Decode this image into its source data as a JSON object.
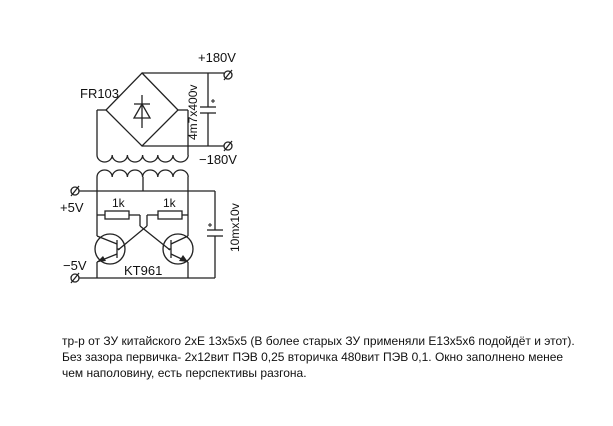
{
  "schematic": {
    "labels": {
      "plus180": "+180V",
      "minus180": "−180V",
      "bridge": "FR103",
      "cap_hv": "4m7x400v",
      "plus5": "+5V",
      "minus5": "−5V",
      "r1": "1k",
      "r2": "1k",
      "transistors": "KT961",
      "cap_lv": "10mx10v"
    }
  },
  "description": {
    "lines": [
      "тр-р от ЗУ китайского 2хЕ 13х5х5 (В более старых ЗУ применяли Е13х5х6 подойдёт и этот).",
      "Без зазора первичка- 2х12вит ПЭВ 0,25 вторичка 480вит ПЭВ 0,1. Окно заполнено менее",
      "чем наполовину, есть перспективы разгона."
    ]
  }
}
